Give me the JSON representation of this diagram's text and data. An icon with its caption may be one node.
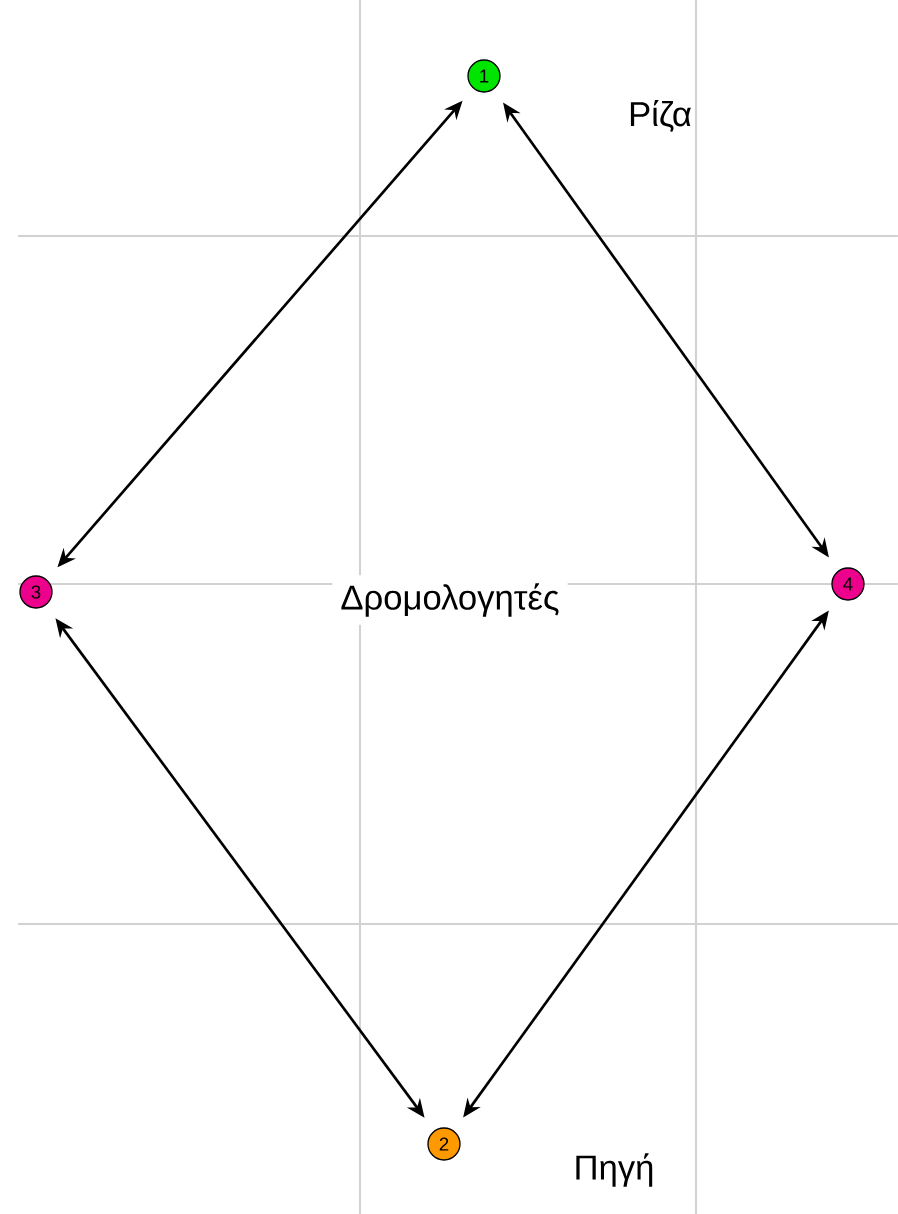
{
  "diagram": {
    "nodes": [
      {
        "text": [
          "1"
        ],
        "beside": [
          "Ρίζα"
        ]
      },
      {
        "text": [
          "2"
        ],
        "beside": [
          "Πηγή"
        ]
      },
      {
        "text": [
          "3"
        ]
      },
      {
        "text": [
          "4"
        ]
      }
    ],
    "edges": [
      {
        "from": 0,
        "to": 2,
        "arrow": "both"
      },
      {
        "from": 0,
        "to": 3,
        "arrow": "both"
      },
      {
        "from": 2,
        "to": 1,
        "arrow": "both"
      },
      {
        "from": 3,
        "to": 1,
        "arrow": "both"
      }
    ],
    "labels": [
      "Δρομολογητές"
    ]
  }
}
